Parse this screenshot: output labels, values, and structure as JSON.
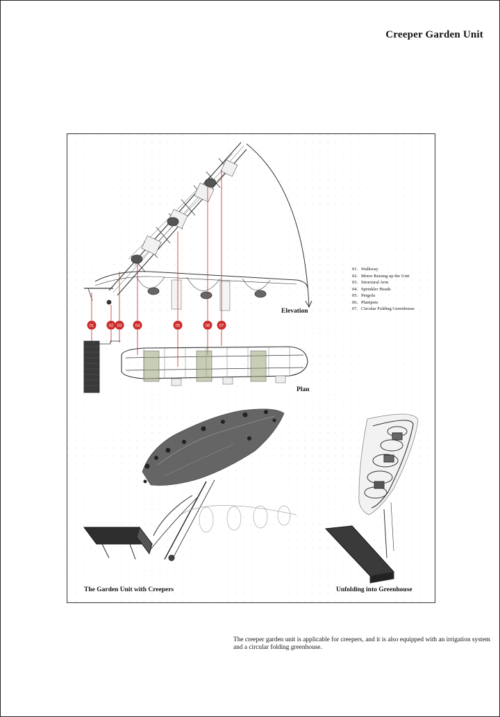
{
  "page": {
    "title": "Creeper Garden Unit"
  },
  "legend": [
    {
      "num": "01.",
      "text": "Walkway"
    },
    {
      "num": "02.",
      "text": "Motor Raising up the Unit"
    },
    {
      "num": "03.",
      "text": "Structural Arm"
    },
    {
      "num": "04.",
      "text": "Sprinkler Heads"
    },
    {
      "num": "05.",
      "text": "Pergola"
    },
    {
      "num": "06.",
      "text": "Plantpots"
    },
    {
      "num": "07.",
      "text": "Circular Folding Greenhouse"
    }
  ],
  "markers": [
    "01",
    "02",
    "03",
    "04",
    "05",
    "06",
    "07"
  ],
  "labels": {
    "elevation": "Elevation",
    "plan": "Plan",
    "creepers": "The Garden Unit with Creepers",
    "greenhouse": "Unfolding into Greenhouse"
  },
  "caption": "The creeper garden unit is applicable for creepers, and it is also equipped with an irrigation system and a circular folding greenhouse.",
  "colors": {
    "marker": "#cc2a2a",
    "plant": "#9aa57a"
  }
}
